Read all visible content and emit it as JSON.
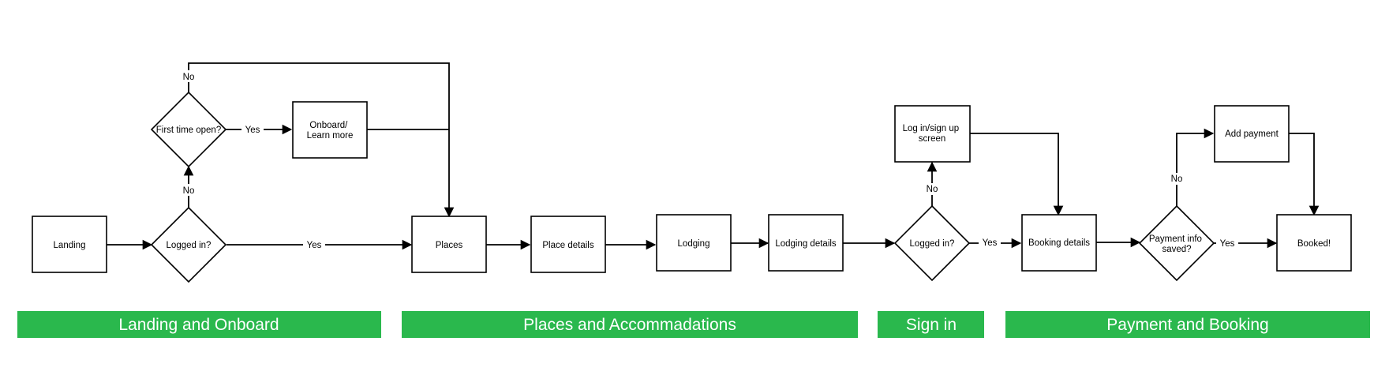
{
  "nodes": {
    "landing": {
      "label": "Landing",
      "shape": "rectangle"
    },
    "logged_in_1": {
      "label": "Logged in?",
      "shape": "decision"
    },
    "first_time": {
      "label": "First time open?",
      "shape": "decision"
    },
    "onboard": {
      "label": [
        "Onboard/",
        "Learn more"
      ],
      "shape": "rectangle"
    },
    "places": {
      "label": "Places",
      "shape": "rectangle"
    },
    "place_details": {
      "label": "Place details",
      "shape": "rectangle"
    },
    "lodging": {
      "label": "Lodging",
      "shape": "rectangle"
    },
    "lodging_details": {
      "label": "Lodging details",
      "shape": "rectangle"
    },
    "logged_in_2": {
      "label": "Logged in?",
      "shape": "decision"
    },
    "login_screen": {
      "label": [
        "Log in/sign up",
        "screen"
      ],
      "shape": "rectangle"
    },
    "booking_details": {
      "label": "Booking details",
      "shape": "rectangle"
    },
    "payment_saved": {
      "label": [
        "Payment info",
        "saved?"
      ],
      "shape": "decision"
    },
    "add_payment": {
      "label": "Add payment",
      "shape": "rectangle"
    },
    "booked": {
      "label": "Booked!",
      "shape": "rectangle"
    }
  },
  "edges": [
    {
      "id": "landing-to-logged-in",
      "from": "landing",
      "to": "logged_in_1",
      "label": ""
    },
    {
      "id": "logged-in-yes-places",
      "from": "logged_in_1",
      "to": "places",
      "label": "Yes"
    },
    {
      "id": "logged-in-no-first-time",
      "from": "logged_in_1",
      "to": "first_time",
      "label": "No"
    },
    {
      "id": "first-time-yes-onboard",
      "from": "first_time",
      "to": "onboard",
      "label": "Yes"
    },
    {
      "id": "first-time-no-places",
      "from": "first_time",
      "to": "places",
      "label": "No"
    },
    {
      "id": "onboard-to-places",
      "from": "onboard",
      "to": "places",
      "label": ""
    },
    {
      "id": "places-to-place-details",
      "from": "places",
      "to": "place_details",
      "label": ""
    },
    {
      "id": "place-details-to-lodging",
      "from": "place_details",
      "to": "lodging",
      "label": ""
    },
    {
      "id": "lodging-to-lodging-details",
      "from": "lodging",
      "to": "lodging_details",
      "label": ""
    },
    {
      "id": "lodging-details-to-logged-in",
      "from": "lodging_details",
      "to": "logged_in_2",
      "label": ""
    },
    {
      "id": "logged-in-2-no-login",
      "from": "logged_in_2",
      "to": "login_screen",
      "label": "No"
    },
    {
      "id": "logged-in-2-yes-booking",
      "from": "logged_in_2",
      "to": "booking_details",
      "label": "Yes"
    },
    {
      "id": "login-to-booking",
      "from": "login_screen",
      "to": "booking_details",
      "label": ""
    },
    {
      "id": "booking-to-payment-saved",
      "from": "booking_details",
      "to": "payment_saved",
      "label": ""
    },
    {
      "id": "payment-saved-yes-booked",
      "from": "payment_saved",
      "to": "booked",
      "label": "Yes"
    },
    {
      "id": "payment-saved-no-add",
      "from": "payment_saved",
      "to": "add_payment",
      "label": "No"
    },
    {
      "id": "add-payment-to-booked",
      "from": "add_payment",
      "to": "booked",
      "label": ""
    }
  ],
  "sections": {
    "landing_onboard": {
      "label": "Landing and Onboard"
    },
    "places_accommodations": {
      "label": "Places and Accommadations"
    },
    "sign_in": {
      "label": "Sign in"
    },
    "payment_booking": {
      "label": "Payment and Booking"
    }
  },
  "colors": {
    "section_bar": "#2ab84d",
    "section_text": "#ffffff",
    "stroke": "#000000"
  }
}
